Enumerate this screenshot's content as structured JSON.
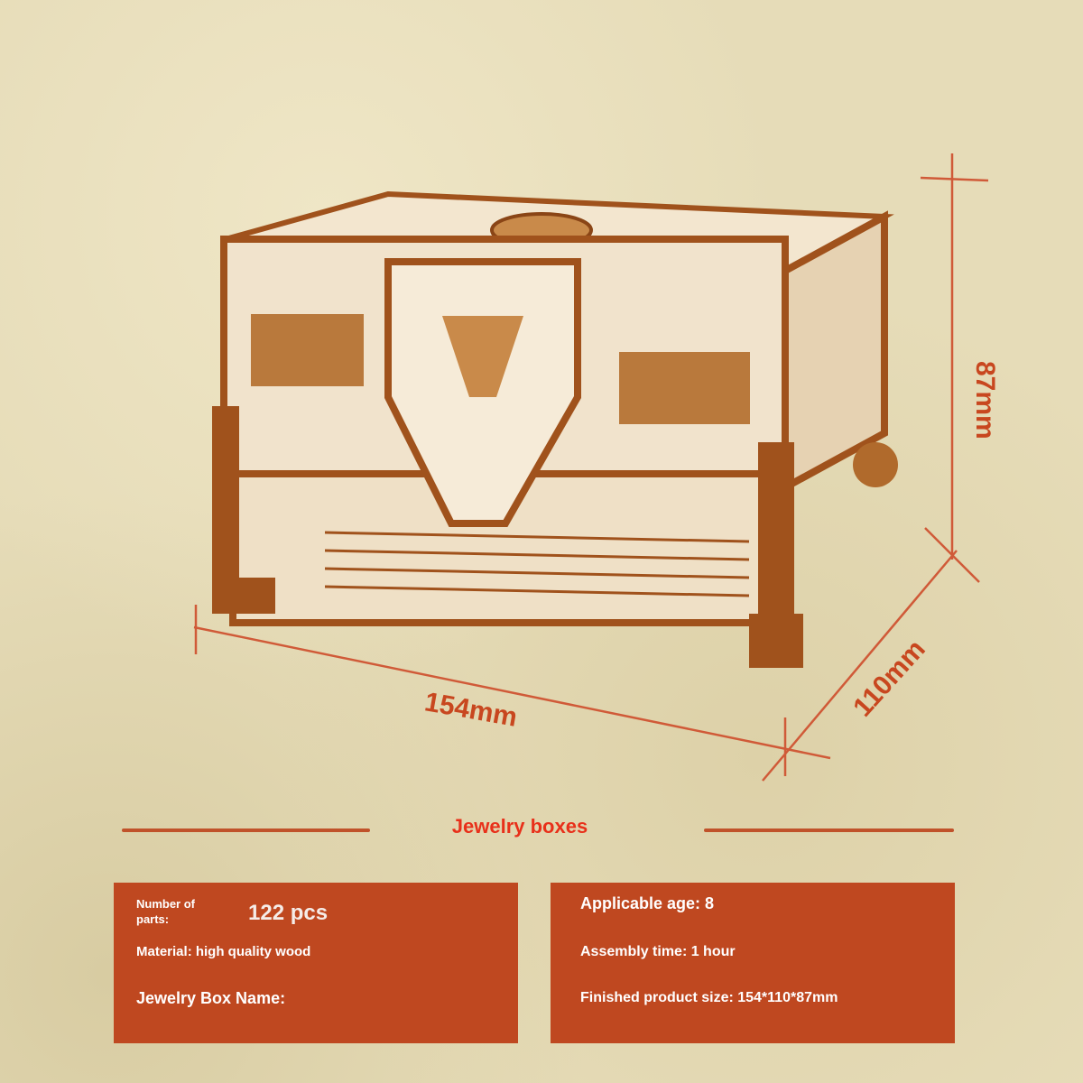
{
  "dimensions": {
    "height": "87mm",
    "length": "154mm",
    "width": "110mm"
  },
  "title": "Jewelry boxes",
  "left_panel": {
    "parts_label": "Number of parts:",
    "parts_value": "122 pcs",
    "material": "Material: high quality wood",
    "name_label": "Jewelry Box Name:"
  },
  "right_panel": {
    "age": "Applicable age: 8",
    "assembly": "Assembly time: 1 hour",
    "size": "Finished product size: 154*110*87mm"
  },
  "colors": {
    "accent": "#bf4820",
    "title": "#e8301a",
    "wood_light": "#f1e3cc",
    "wood_dark": "#a0521c"
  }
}
